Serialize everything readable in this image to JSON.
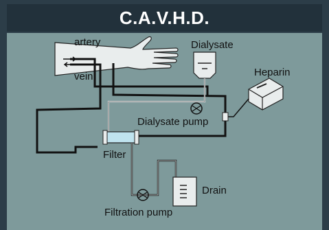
{
  "header": {
    "title": "C.A.V.H.D."
  },
  "diagram": {
    "labels": {
      "artery": "artery",
      "vein": "vein",
      "dialysate": "Dialysate",
      "heparin": "Heparin",
      "dialysate_pump": "Dialysate pump",
      "filter": "Filter",
      "drain": "Drain",
      "filtration_pump": "Filtration pump"
    },
    "colors": {
      "panel": "#7e9a9b",
      "header": "#22313b",
      "tube": "#111111",
      "arm_fill": "#e9eded",
      "filter": "#bfe3ee"
    }
  }
}
